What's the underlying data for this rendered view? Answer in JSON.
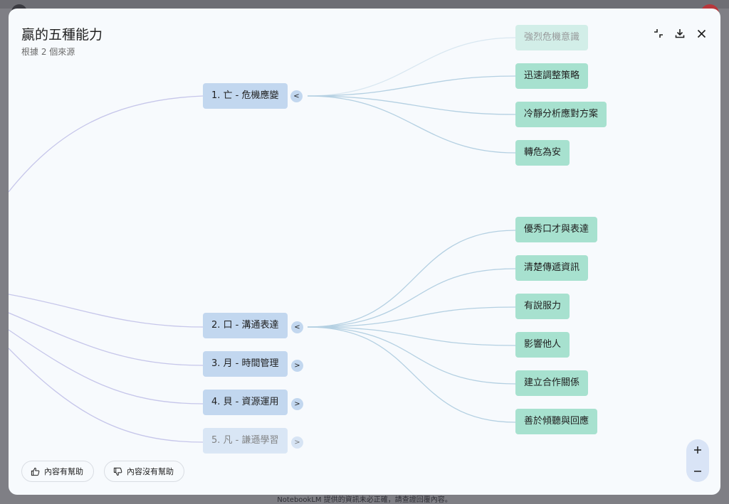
{
  "footer_note": "NotebookLM 提供的資訊未必正確，請查證回覆內容。",
  "dialog": {
    "title": "贏的五種能力",
    "subtitle": "根據 2 個來源",
    "toolbar": {
      "collapse_icon": "collapse-arrows-icon",
      "download_icon": "download-icon",
      "close_icon": "close-icon"
    }
  },
  "mindmap": {
    "branches": [
      {
        "label": "1. 亡 - 危機應變",
        "toggle": "<",
        "children": [
          "強烈危機意識",
          "迅速調整策略",
          "冷靜分析應對方案",
          "轉危為安"
        ]
      },
      {
        "label": "2. 口 - 溝通表達",
        "toggle": "<",
        "children": [
          "優秀口才與表達",
          "清楚傳遞資訊",
          "有說服力",
          "影響他人",
          "建立合作關係",
          "善於傾聽與回應"
        ]
      },
      {
        "label": "3. 月 - 時間管理",
        "toggle": ">",
        "children": []
      },
      {
        "label": "4. 貝 - 資源運用",
        "toggle": ">",
        "children": []
      },
      {
        "label": "5. 凡 - 謙遜學習",
        "toggle": ">",
        "children": []
      }
    ],
    "colors": {
      "branch_node": "#c2d7ef",
      "leaf_node": "#a7e1cf",
      "root_link": "#c6c6ea",
      "leaf_link": "#b4d0e2"
    }
  },
  "feedback": {
    "helpful": "內容有幫助",
    "not_helpful": "內容沒有幫助",
    "helpful_icon": "thumbs-up-icon",
    "not_helpful_icon": "thumbs-down-icon"
  },
  "zoom": {
    "in": "+",
    "out": "−",
    "in_icon": "plus-icon",
    "out_icon": "minus-icon"
  }
}
